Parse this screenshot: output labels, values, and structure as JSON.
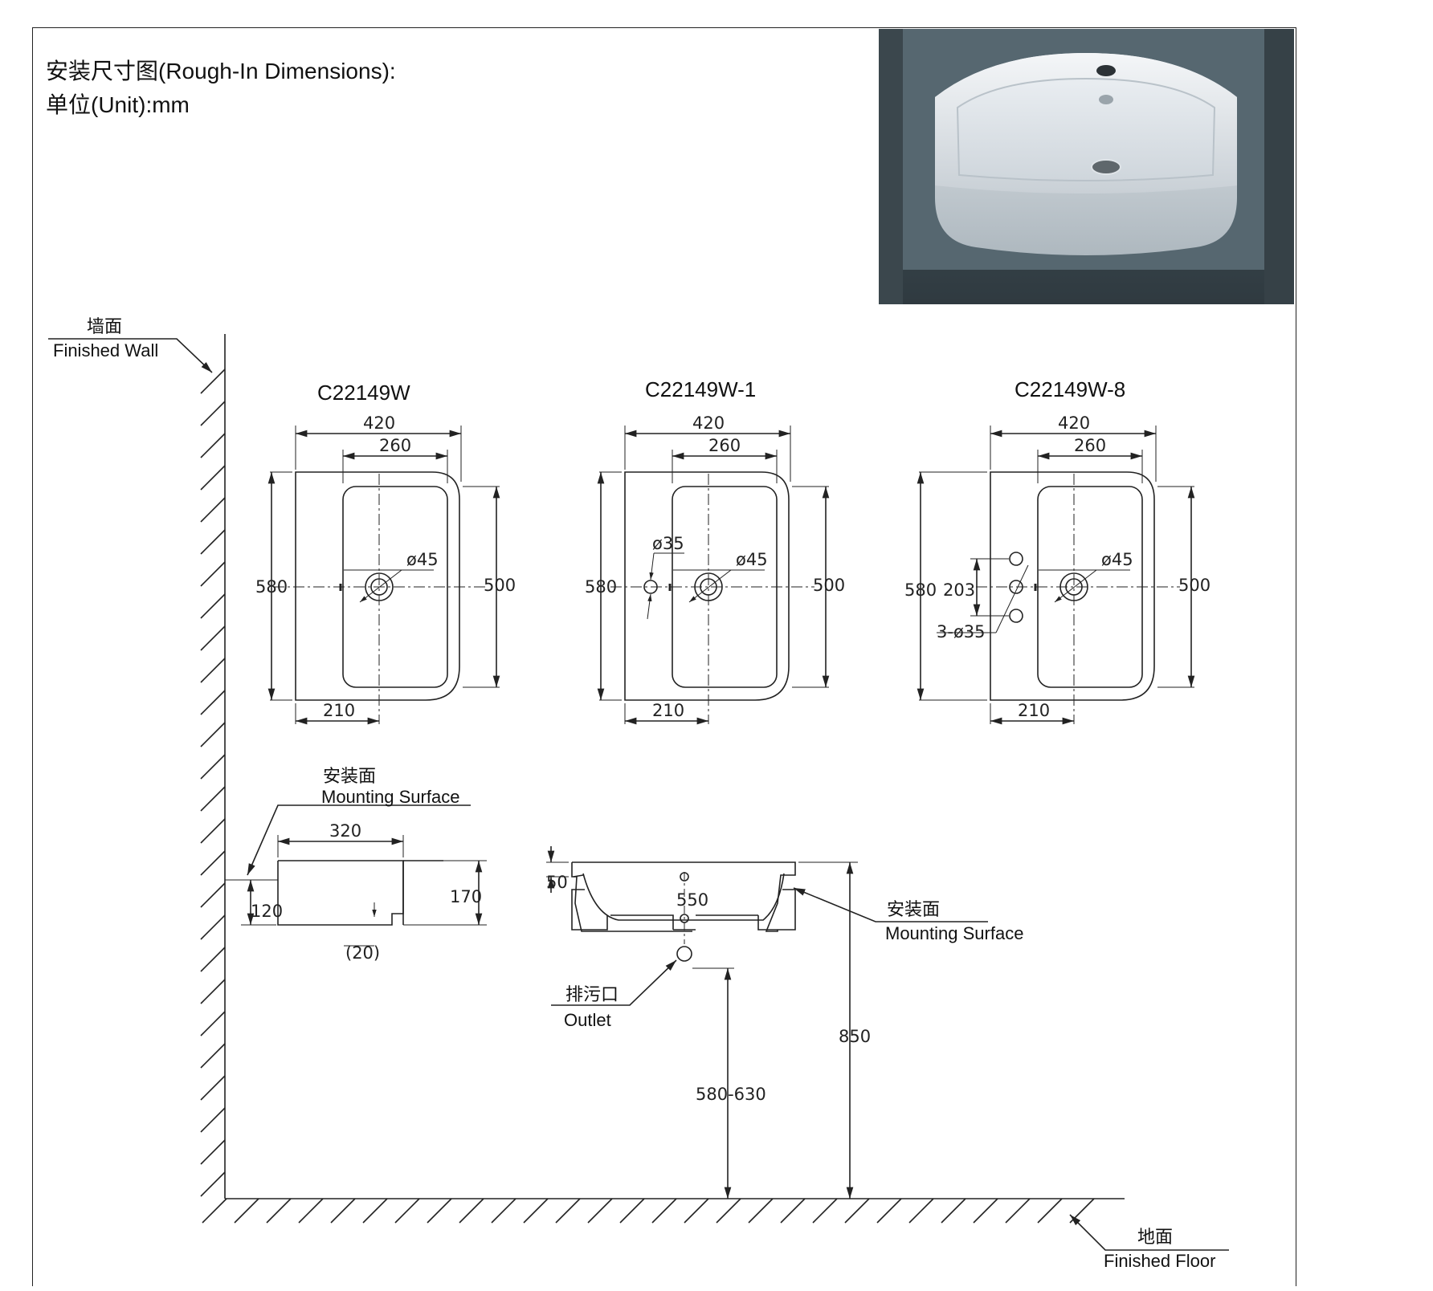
{
  "title": {
    "line1": "安装尺寸图(Rough-In Dimensions):",
    "line2": "单位(Unit):mm"
  },
  "wall": {
    "cn": "墙面",
    "en": "Finished Wall"
  },
  "floor": {
    "cn": "地面",
    "en": "Finished Floor"
  },
  "mounting_left": {
    "cn": "安装面",
    "en": "Mounting Surface"
  },
  "mounting_right": {
    "cn": "安装面",
    "en": "Mounting Surface"
  },
  "outlet": {
    "cn": "排污口",
    "en": "Outlet"
  },
  "models": [
    {
      "name": "C22149W",
      "dims": {
        "width": "420",
        "bowl": "260",
        "depth": "580",
        "bowl_depth": "500",
        "drain": "ø45",
        "offset": "210"
      }
    },
    {
      "name": "C22149W-1",
      "dims": {
        "width": "420",
        "bowl": "260",
        "depth": "580",
        "bowl_depth": "500",
        "drain": "ø45",
        "tap": "ø35",
        "offset": "210"
      }
    },
    {
      "name": "C22149W-8",
      "dims": {
        "width": "420",
        "bowl": "260",
        "depth": "580",
        "bowl_depth": "500",
        "drain": "ø45",
        "spacing": "203",
        "taps": "3-ø35",
        "offset": "210"
      }
    }
  ],
  "side_view": {
    "width": "320",
    "height": "170",
    "lower": "120",
    "step": "(20)"
  },
  "front_view": {
    "top": "50",
    "width": "550",
    "outlet_height": "580-630",
    "total_height": "850"
  },
  "colors": {
    "line": "#222222",
    "photo_bg": "#46535a",
    "basin": "#e8ecef"
  }
}
